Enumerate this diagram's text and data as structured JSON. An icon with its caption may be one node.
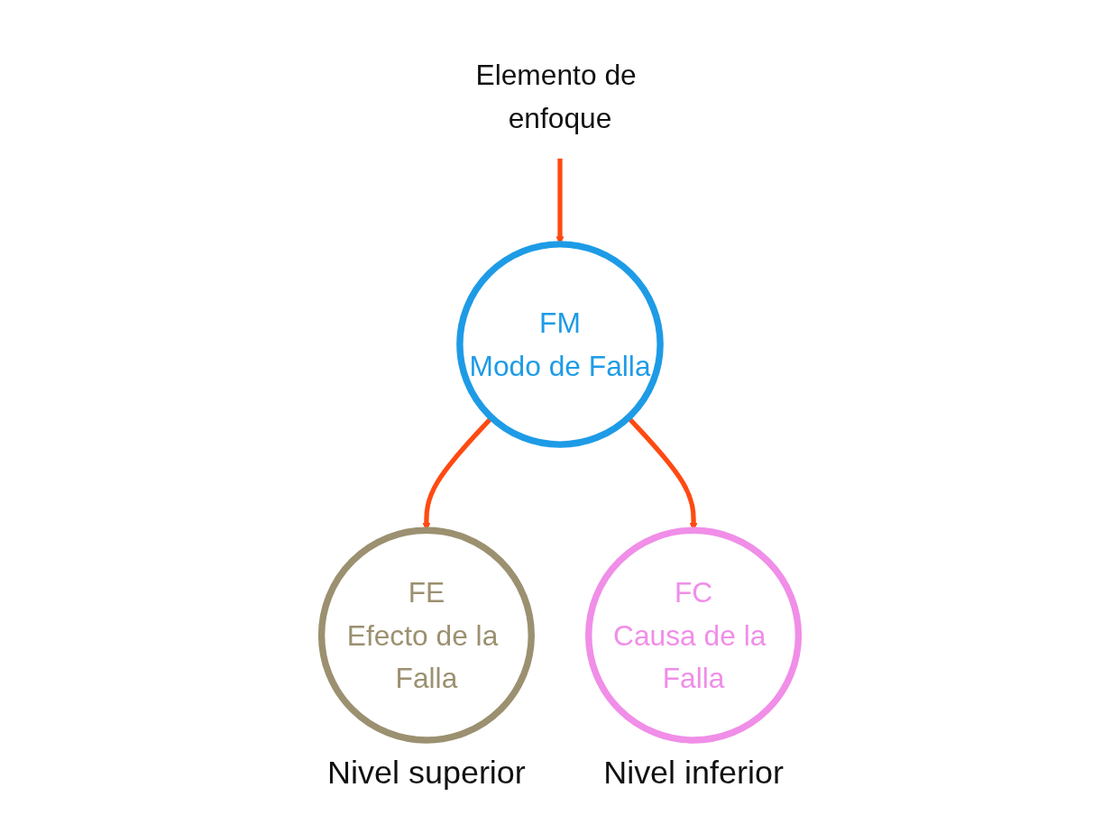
{
  "diagram": {
    "nodes": [
      {
        "text": [
          "FE",
          "Efecto de la Falla"
        ],
        "beside": [
          "Nivel superior"
        ]
      },
      {
        "text": [
          "FM",
          "Modo de Falla"
        ]
      },
      {
        "text": [
          "FC",
          "Causa de la Falla"
        ],
        "beside": [
          "Nivel inferior"
        ]
      },
      {
        "text": [
          "Elemento de enfoque"
        ]
      }
    ],
    "edges": [
      {
        "from": 1,
        "to": 0,
        "arrow": "to"
      },
      {
        "from": 1,
        "to": 2,
        "arrow": "to"
      },
      {
        "from": 3,
        "to": 1,
        "arrow": "to"
      }
    ]
  }
}
